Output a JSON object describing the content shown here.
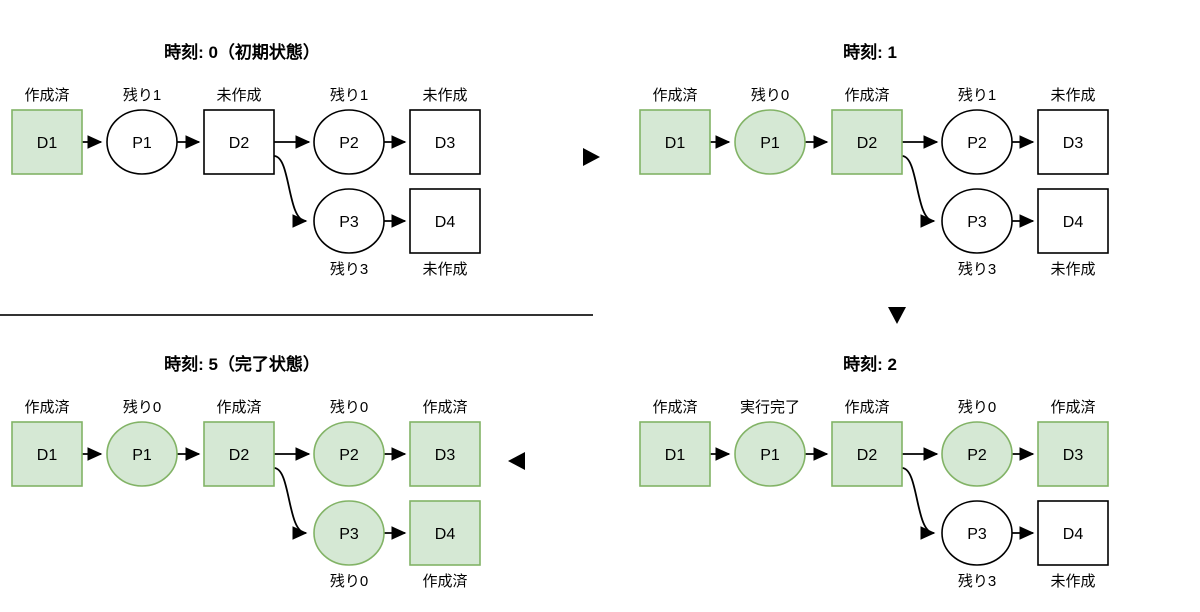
{
  "colors": {
    "done_fill": "#d5e8d4",
    "done_stroke": "#82b366",
    "pending_fill": "#ffffff",
    "pending_stroke": "#000000",
    "arrow": "#000000",
    "divider": "#333333",
    "text": "#000000"
  },
  "panels": [
    {
      "title": "時刻: 0（初期状態）",
      "grid": "top-left",
      "nodes": [
        {
          "id": "D1",
          "label": "D1",
          "status": "作成済",
          "state": "done"
        },
        {
          "id": "P1",
          "label": "P1",
          "status": "残り1",
          "state": "pending"
        },
        {
          "id": "D2",
          "label": "D2",
          "status": "未作成",
          "state": "pending"
        },
        {
          "id": "P2",
          "label": "P2",
          "status": "残り1",
          "state": "pending"
        },
        {
          "id": "D3",
          "label": "D3",
          "status": "未作成",
          "state": "pending"
        },
        {
          "id": "P3",
          "label": "P3",
          "status": "残り3",
          "state": "pending"
        },
        {
          "id": "D4",
          "label": "D4",
          "status": "未作成",
          "state": "pending"
        }
      ]
    },
    {
      "title": "時刻: 1",
      "grid": "top-right",
      "nodes": [
        {
          "id": "D1",
          "label": "D1",
          "status": "作成済",
          "state": "done"
        },
        {
          "id": "P1",
          "label": "P1",
          "status": "残り0",
          "state": "done"
        },
        {
          "id": "D2",
          "label": "D2",
          "status": "作成済",
          "state": "done"
        },
        {
          "id": "P2",
          "label": "P2",
          "status": "残り1",
          "state": "pending"
        },
        {
          "id": "D3",
          "label": "D3",
          "status": "未作成",
          "state": "pending"
        },
        {
          "id": "P3",
          "label": "P3",
          "status": "残り3",
          "state": "pending"
        },
        {
          "id": "D4",
          "label": "D4",
          "status": "未作成",
          "state": "pending"
        }
      ]
    },
    {
      "title": "時刻: 5（完了状態）",
      "grid": "bottom-left",
      "nodes": [
        {
          "id": "D1",
          "label": "D1",
          "status": "作成済",
          "state": "done"
        },
        {
          "id": "P1",
          "label": "P1",
          "status": "残り0",
          "state": "done"
        },
        {
          "id": "D2",
          "label": "D2",
          "status": "作成済",
          "state": "done"
        },
        {
          "id": "P2",
          "label": "P2",
          "status": "残り0",
          "state": "done"
        },
        {
          "id": "D3",
          "label": "D3",
          "status": "作成済",
          "state": "done"
        },
        {
          "id": "P3",
          "label": "P3",
          "status": "残り0",
          "state": "done"
        },
        {
          "id": "D4",
          "label": "D4",
          "status": "作成済",
          "state": "done"
        }
      ]
    },
    {
      "title": "時刻: 2",
      "grid": "bottom-right",
      "nodes": [
        {
          "id": "D1",
          "label": "D1",
          "status": "作成済",
          "state": "done"
        },
        {
          "id": "P1",
          "label": "P1",
          "status": "実行完了",
          "state": "done"
        },
        {
          "id": "D2",
          "label": "D2",
          "status": "作成済",
          "state": "done"
        },
        {
          "id": "P2",
          "label": "P2",
          "status": "残り0",
          "state": "done"
        },
        {
          "id": "D3",
          "label": "D3",
          "status": "作成済",
          "state": "done"
        },
        {
          "id": "P3",
          "label": "P3",
          "status": "残り3",
          "state": "pending"
        },
        {
          "id": "D4",
          "label": "D4",
          "status": "未作成",
          "state": "pending"
        }
      ]
    }
  ],
  "connectors": [
    {
      "name": "top-left-to-top-right",
      "icon": "triangle-right"
    },
    {
      "name": "top-right-to-bottom-right",
      "icon": "triangle-down"
    },
    {
      "name": "bottom-right-to-bottom-left",
      "icon": "triangle-left"
    }
  ]
}
